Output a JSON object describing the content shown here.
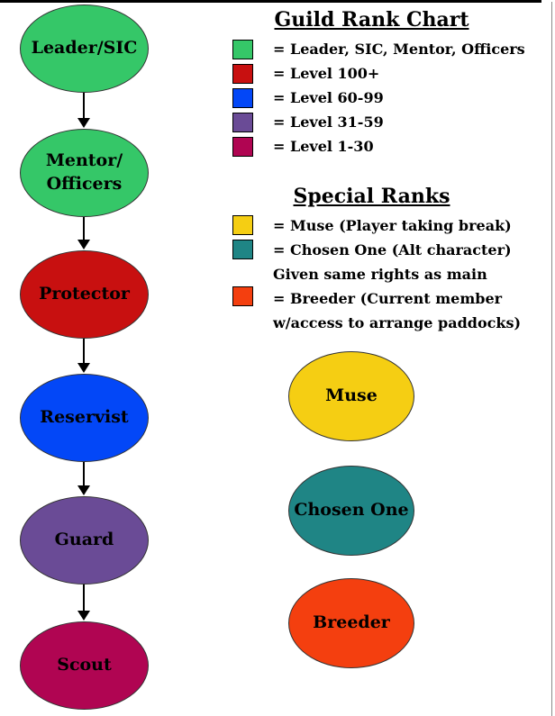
{
  "colors": {
    "green": "#35C768",
    "red": "#C81010",
    "blue": "#0347F7",
    "purple": "#6A4B96",
    "crimson": "#B00552",
    "yellow": "#F5CE13",
    "teal": "#1F8585",
    "orange": "#F43F0F"
  },
  "flowchart": {
    "nodes": [
      {
        "lines": [
          "Leader/SIC"
        ],
        "color": "#35C768"
      },
      {
        "lines": [
          "Mentor/",
          "Officers"
        ],
        "color": "#35C768"
      },
      {
        "lines": [
          "Protector"
        ],
        "color": "#C81010"
      },
      {
        "lines": [
          "Reservist"
        ],
        "color": "#0347F7"
      },
      {
        "lines": [
          "Guard"
        ],
        "color": "#6A4B96"
      },
      {
        "lines": [
          "Scout"
        ],
        "color": "#B00552"
      }
    ]
  },
  "legend": {
    "title": "Guild Rank Chart",
    "items": [
      {
        "swatch": "#35C768",
        "label": "= Leader, SIC, Mentor, Officers"
      },
      {
        "swatch": "#C81010",
        "label": "= Level 100+"
      },
      {
        "swatch": "#0347F7",
        "label": "= Level 60-99"
      },
      {
        "swatch": "#6A4B96",
        "label": "= Level 31-59"
      },
      {
        "swatch": "#B00552",
        "label": "= Level 1-30"
      }
    ]
  },
  "special": {
    "title": "Special Ranks",
    "items": [
      {
        "swatch": "#F5CE13",
        "label": "= Muse (Player taking break)"
      },
      {
        "swatch": "#1F8585",
        "label": "= Chosen One (Alt character)"
      },
      {
        "swatch": "",
        "label": "Given same rights as main"
      },
      {
        "swatch": "#F43F0F",
        "label": "= Breeder (Current member"
      },
      {
        "swatch": "",
        "label": "w/access to arrange paddocks)"
      }
    ],
    "nodes": [
      {
        "label": "Muse",
        "color": "#F5CE13"
      },
      {
        "label": "Chosen One",
        "color": "#1F8585"
      },
      {
        "label": "Breeder",
        "color": "#F43F0F"
      }
    ]
  }
}
